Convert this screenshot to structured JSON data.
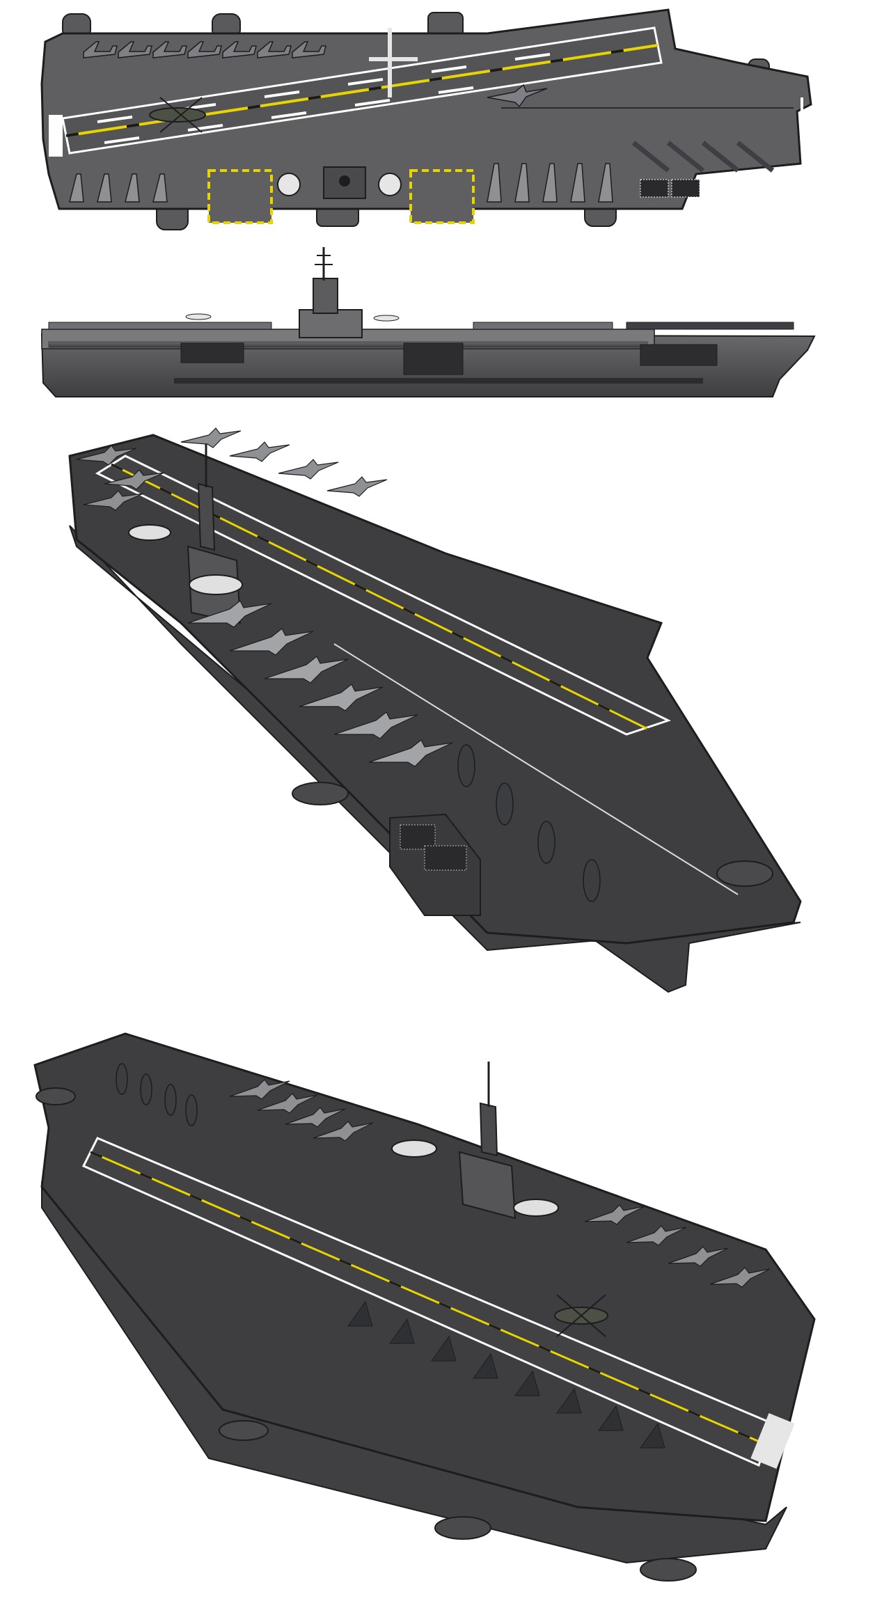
{
  "document": {
    "views": [
      {
        "name": "plan-view"
      },
      {
        "name": "side-profile-view"
      },
      {
        "name": "isometric-view-starboard"
      },
      {
        "name": "isometric-view-port"
      }
    ]
  },
  "palette": {
    "deck": "#5f5f61",
    "deck_dark": "#4a4a4c",
    "hull": "#6a6a6c",
    "hull_shadow": "#3e3e40",
    "deck_line_white": "#ffffff",
    "deck_line_yellow": "#e8d400",
    "hazard_black": "#1a1a1a",
    "aircraft_gray": "#8f9094",
    "aircraft_dark": "#3d3f44",
    "outline": "#1d1d1f",
    "background": "#ffffff"
  },
  "icons": {
    "aircraft": "fighter-jet-icon",
    "helicopter": "helicopter-icon",
    "radar": "radar-dome-icon",
    "island": "island-superstructure-icon"
  }
}
